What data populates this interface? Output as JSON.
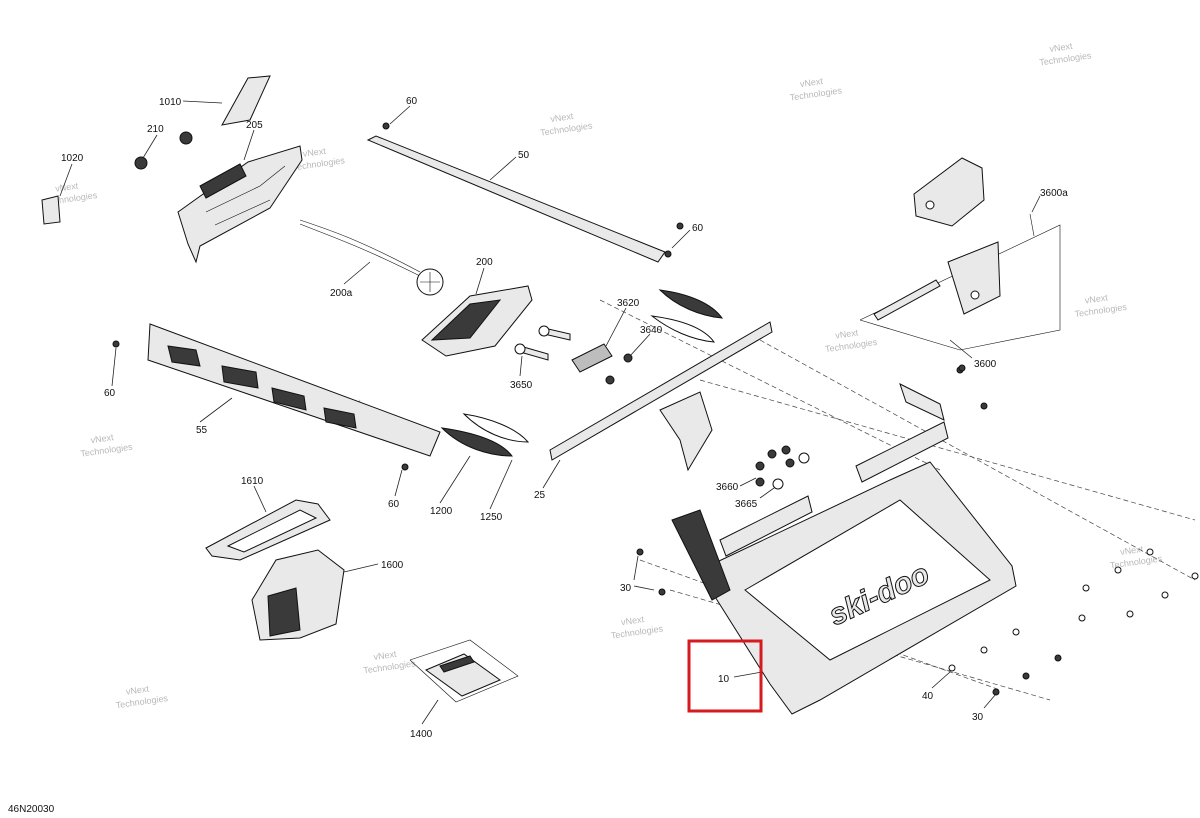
{
  "diagram_code": "46N20030",
  "watermark": {
    "line1": "vNext",
    "line2": "Technologies"
  },
  "brand_logo": "ski-doo",
  "highlighted_callout": "10",
  "callouts": {
    "c1010": "1010",
    "c210": "210",
    "c205": "205",
    "c1020": "1020",
    "c60a": "60",
    "c50": "50",
    "c60b": "60",
    "c200a": "200a",
    "c200": "200",
    "c3620": "3620",
    "c3640": "3640",
    "c3650": "3650",
    "c3600a": "3600a",
    "c3600": "3600",
    "c60c": "60",
    "c55": "55",
    "c60d": "60",
    "c1200": "1200",
    "c1250": "1250",
    "c25": "25",
    "c3660": "3660",
    "c3665": "3665",
    "c1610": "1610",
    "c1600": "1600",
    "c30a": "30",
    "c10": "10",
    "c40": "40",
    "c30b": "30",
    "c1400": "1400"
  }
}
